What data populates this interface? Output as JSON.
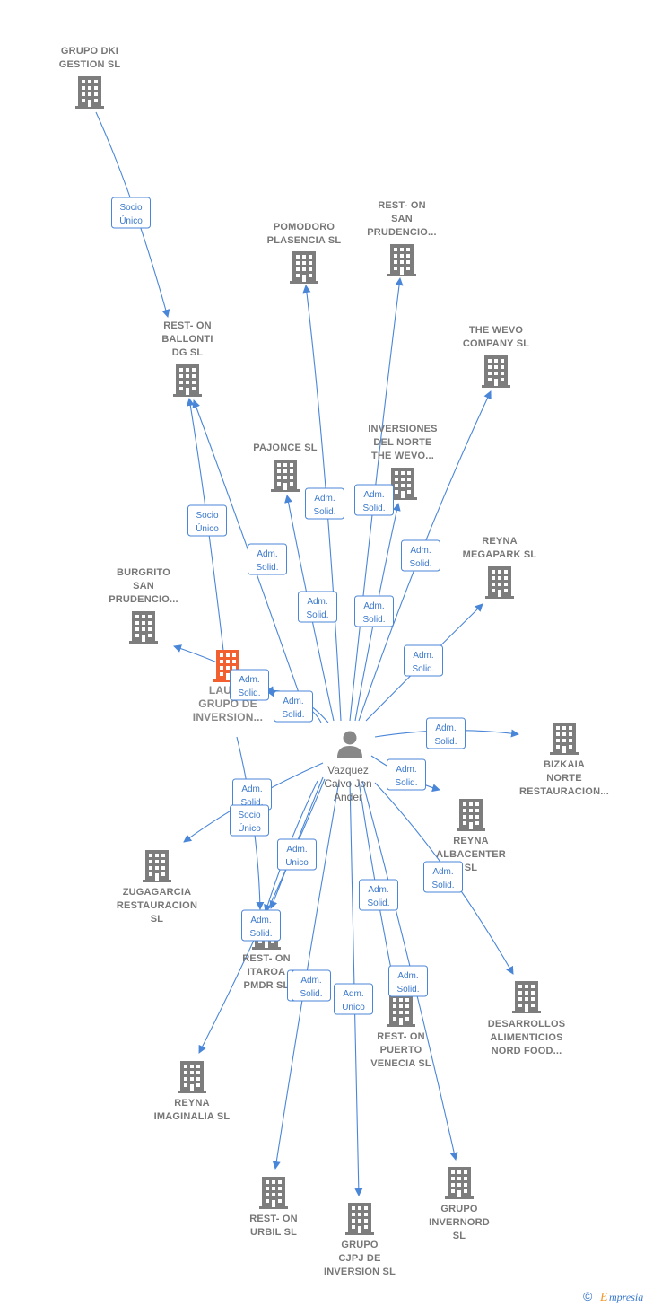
{
  "colors": {
    "edge": "#4a86d8",
    "building": "#7d7d7d",
    "building_highlight": "#f2602f",
    "person": "#888888",
    "label": "#777777"
  },
  "center": {
    "name_lines": [
      "Vazquez",
      "Calvo Jon",
      "Ander"
    ],
    "icon": "person-icon"
  },
  "nodes": [
    {
      "id": "dki",
      "lines": [
        "GRUPO DKI",
        "GESTION  SL"
      ],
      "icon": "building-icon"
    },
    {
      "id": "ballonti",
      "lines": [
        "REST- ON",
        "BALLONTI",
        "DG  SL"
      ],
      "icon": "building-icon"
    },
    {
      "id": "pomodoro",
      "lines": [
        "POMODORO",
        "PLASENCIA  SL"
      ],
      "icon": "building-icon"
    },
    {
      "id": "restsanpru",
      "lines": [
        "REST- ON",
        "SAN",
        "PRUDENCIO..."
      ],
      "icon": "building-icon"
    },
    {
      "id": "wevo",
      "lines": [
        "THE WEVO",
        "COMPANY  SL"
      ],
      "icon": "building-icon"
    },
    {
      "id": "pajonce",
      "lines": [
        "PAJONCE  SL"
      ],
      "icon": "building-icon"
    },
    {
      "id": "invnorte",
      "lines": [
        "INVERSIONES",
        "DEL NORTE",
        "THE WEVO..."
      ],
      "icon": "building-icon"
    },
    {
      "id": "burgrito",
      "lines": [
        "BURGRITO",
        "SAN",
        "PRUDENCIO..."
      ],
      "icon": "building-icon"
    },
    {
      "id": "megapark",
      "lines": [
        "REYNA",
        "MEGAPARK  SL"
      ],
      "icon": "building-icon"
    },
    {
      "id": "laube",
      "lines": [
        "LAUBE",
        "GRUPO DE",
        "INVERSION..."
      ],
      "icon": "building-icon",
      "highlight": true
    },
    {
      "id": "bizkaia",
      "lines": [
        "BIZKAIA",
        "NORTE",
        "RESTAURACION..."
      ],
      "icon": "building-icon"
    },
    {
      "id": "albacenter",
      "lines": [
        "REYNA",
        "ALBACENTER",
        "SL"
      ],
      "icon": "building-icon"
    },
    {
      "id": "zugagarcia",
      "lines": [
        "ZUGAGARCIA",
        "RESTAURACION",
        "SL"
      ],
      "icon": "building-icon"
    },
    {
      "id": "itaroa",
      "lines": [
        "REST- ON",
        "ITAROA",
        "PMDR  SL"
      ],
      "icon": "building-icon"
    },
    {
      "id": "desarrollos",
      "lines": [
        "DESARROLLOS",
        "ALIMENTICIOS",
        "NORD FOOD..."
      ],
      "icon": "building-icon"
    },
    {
      "id": "puerto",
      "lines": [
        "REST- ON",
        "PUERTO",
        "VENECIA  SL"
      ],
      "icon": "building-icon"
    },
    {
      "id": "imaginalia",
      "lines": [
        "REYNA",
        "IMAGINALIA  SL"
      ],
      "icon": "building-icon"
    },
    {
      "id": "urbil",
      "lines": [
        "REST- ON",
        "URBIL  SL"
      ],
      "icon": "building-icon"
    },
    {
      "id": "cjpj",
      "lines": [
        "GRUPO",
        "CJPJ DE",
        "INVERSION  SL"
      ],
      "icon": "building-icon"
    },
    {
      "id": "invernord",
      "lines": [
        "GRUPO",
        "INVERNORD",
        "SL"
      ],
      "icon": "building-icon"
    }
  ],
  "edges": [
    {
      "from": "dki",
      "to": "ballonti",
      "lines": [
        "Socio",
        "Único"
      ]
    },
    {
      "from": "laube",
      "to": "ballonti",
      "lines": [
        "Socio",
        "Único"
      ]
    },
    {
      "from": "center",
      "to": "ballonti",
      "lines": [
        "Adm.",
        "Solid."
      ]
    },
    {
      "from": "center",
      "to": "pomodoro",
      "lines": [
        "Adm.",
        "Solid."
      ]
    },
    {
      "from": "center",
      "to": "restsanpru",
      "lines": [
        "Adm.",
        "Solid."
      ]
    },
    {
      "from": "center",
      "to": "wevo",
      "lines": [
        "Adm.",
        "Solid."
      ]
    },
    {
      "from": "center",
      "to": "pajonce",
      "lines": [
        "Adm.",
        "Solid."
      ]
    },
    {
      "from": "center",
      "to": "invnorte",
      "lines": [
        "Adm.",
        "Solid."
      ]
    },
    {
      "from": "center",
      "to": "megapark",
      "lines": [
        "Adm.",
        "Solid."
      ]
    },
    {
      "from": "laube",
      "to": "burgrito",
      "lines": []
    },
    {
      "from": "center",
      "to": "laube",
      "lines": [
        "Adm.",
        "Solid."
      ]
    },
    {
      "from": "center",
      "to": "laube",
      "lines": [
        "Adm.",
        "Solid."
      ]
    },
    {
      "from": "center",
      "to": "bizkaia",
      "lines": [
        "Adm.",
        "Solid."
      ]
    },
    {
      "from": "center",
      "to": "albacenter",
      "lines": [
        "Adm.",
        "Solid."
      ]
    },
    {
      "from": "center",
      "to": "zugagarcia",
      "lines": [
        "Adm.",
        "Solid."
      ]
    },
    {
      "from": "laube",
      "to": "itaroa",
      "lines": [
        "Socio",
        "Único"
      ]
    },
    {
      "from": "center",
      "to": "itaroa",
      "lines": [
        "Adm.",
        "Unico"
      ]
    },
    {
      "from": "center",
      "to": "itaroa",
      "lines": [
        "Adm.",
        "Solid."
      ]
    },
    {
      "from": "center",
      "to": "desarrollos",
      "lines": [
        "Adm.",
        "Solid."
      ]
    },
    {
      "from": "center",
      "to": "puerto",
      "lines": [
        "Adm.",
        "Solid."
      ]
    },
    {
      "from": "center",
      "to": "imaginalia",
      "lines": [
        "Adm.",
        "Solid."
      ]
    },
    {
      "from": "center",
      "to": "urbil",
      "lines": [
        "Adm.",
        "Solid."
      ]
    },
    {
      "from": "center",
      "to": "cjpj",
      "lines": [
        "Adm.",
        "Unico"
      ]
    },
    {
      "from": "center",
      "to": "invernord",
      "lines": [
        "Adm.",
        "Solid."
      ]
    }
  ],
  "watermark": {
    "copyright": "©",
    "brand_initial": "E",
    "brand_rest": "mpresia"
  }
}
